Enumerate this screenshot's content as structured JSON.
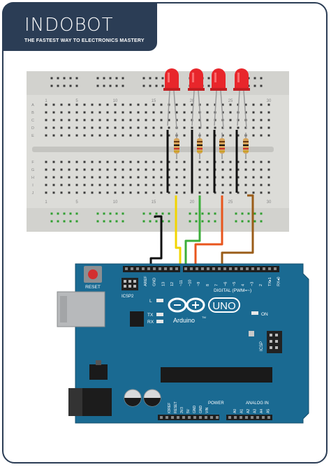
{
  "header": {
    "brand": "INDOBOT",
    "tagline": "THE FASTEST WAY TO ELECTRONICS MASTERY"
  },
  "breadboard": {
    "column_numbers": [
      "1",
      "5",
      "10",
      "15",
      "20",
      "25",
      "30"
    ],
    "row_letters_top": [
      "A",
      "B",
      "C",
      "D",
      "E"
    ],
    "row_letters_bottom": [
      "F",
      "G",
      "H",
      "I",
      "J"
    ]
  },
  "components": {
    "led_count": 4,
    "led_color": "#e8262b",
    "resistor_count": 4
  },
  "wires": {
    "colors": [
      "#111111",
      "#f2d500",
      "#3cae3a",
      "#e8551c",
      "#9a5c18"
    ]
  },
  "arduino": {
    "board_color": "#1a6a92",
    "reset_label": "RESET",
    "icsp2_label": "ICSP2",
    "l_label": "L",
    "tx_label": "TX",
    "rx_label": "RX",
    "on_label": "ON",
    "icsp_label": "ICSP",
    "logo_text": "Arduino",
    "tm": "TM",
    "uno_text": "UNO",
    "digital_label": "DIGITAL (PWM=~)",
    "aref": "AREF",
    "gnd": "GND",
    "pin_labels": [
      "13",
      "12",
      "~11",
      "~10",
      "~9",
      "8",
      "7",
      "~6",
      "~5",
      "4",
      "~3",
      "2",
      "TX▸1",
      "RX◂0"
    ],
    "power_label": "POWER",
    "power_pins": [
      "IOREF",
      "RESET",
      "3V3",
      "5V",
      "GND",
      "GND",
      "VIN"
    ],
    "analog_label": "ANALOG IN",
    "analog_pins": [
      "A0",
      "A1",
      "A2",
      "A3",
      "A4",
      "A5"
    ]
  }
}
